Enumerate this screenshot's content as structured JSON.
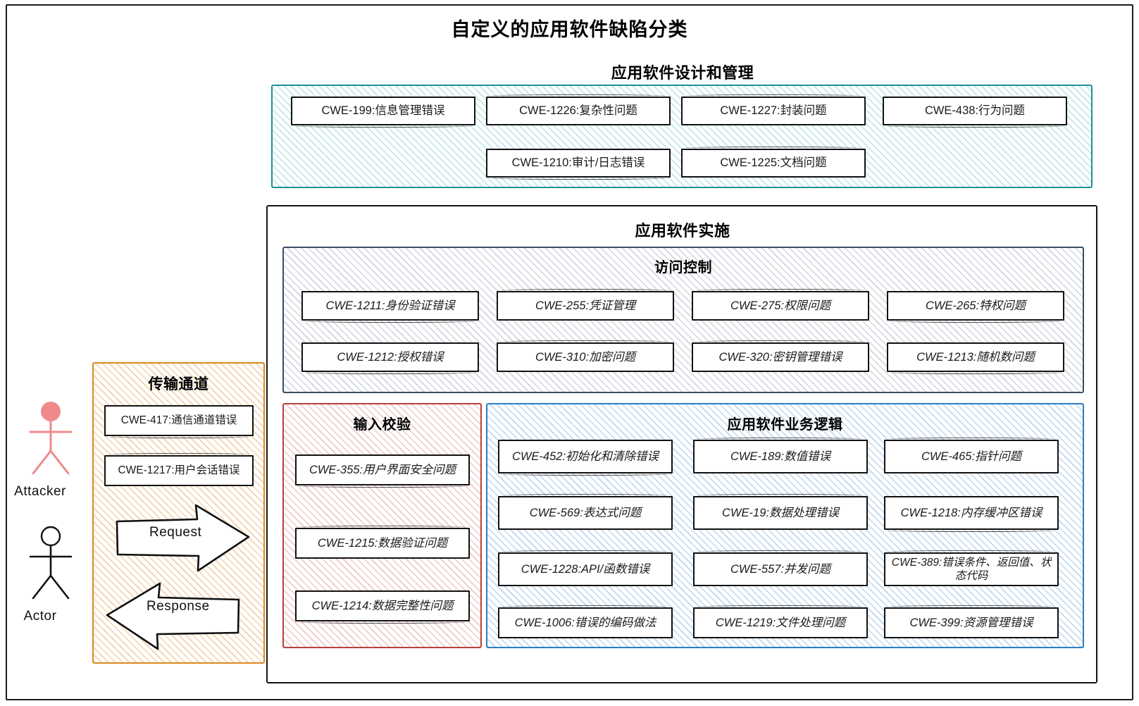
{
  "title": "自定义的应用软件缺陷分类",
  "colors": {
    "frame": "#1c1c1c",
    "design_border": "#1a9295",
    "implementation_border": "#141414",
    "access_border": "#3b4d66",
    "input_border": "#b8413a",
    "business_border": "#2b7ec2",
    "channel_border": "#d98a1f",
    "attacker": "#f08a8a",
    "actor": "#111111"
  },
  "design": {
    "title": "应用软件设计和管理",
    "row1": [
      "CWE-199:信息管理错误",
      "CWE-1226:复杂性问题",
      "CWE-1227:封装问题",
      "CWE-438:行为问题"
    ],
    "row2": [
      "CWE-1210:审计/日志错误",
      "CWE-1225:文档问题"
    ]
  },
  "implementation": {
    "title": "应用软件实施",
    "access_control": {
      "title": "访问控制",
      "row1": [
        "CWE-1211:身份验证错误",
        "CWE-255:凭证管理",
        "CWE-275:权限问题",
        "CWE-265:特权问题"
      ],
      "row2": [
        "CWE-1212:授权错误",
        "CWE-310:加密问题",
        "CWE-320:密钥管理错误",
        "CWE-1213:随机数问题"
      ]
    },
    "input_validation": {
      "title": "输入校验",
      "items": [
        "CWE-355:用户界面安全问题",
        "CWE-1215:数据验证问题",
        "CWE-1214:数据完整性问题"
      ]
    },
    "business_logic": {
      "title": "应用软件业务逻辑",
      "rows": [
        [
          "CWE-452:初始化和清除错误",
          "CWE-189:数值错误",
          "CWE-465:指针问题"
        ],
        [
          "CWE-569:表达式问题",
          "CWE-19:数据处理错误",
          "CWE-1218:内存缓冲区错误"
        ],
        [
          "CWE-1228:API/函数错误",
          "CWE-557:并发问题",
          "CWE-389:错误条件、返回值、状态代码"
        ],
        [
          "CWE-1006:错误的编码做法",
          "CWE-1219:文件处理问题",
          "CWE-399:资源管理错误"
        ]
      ]
    }
  },
  "channel": {
    "title": "传输通道",
    "items": [
      "CWE-417:通信通道错误",
      "CWE-1217:用户会话错误"
    ],
    "request_label": "Request",
    "response_label": "Response"
  },
  "actors": {
    "attacker": "Attacker",
    "actor": "Actor"
  }
}
